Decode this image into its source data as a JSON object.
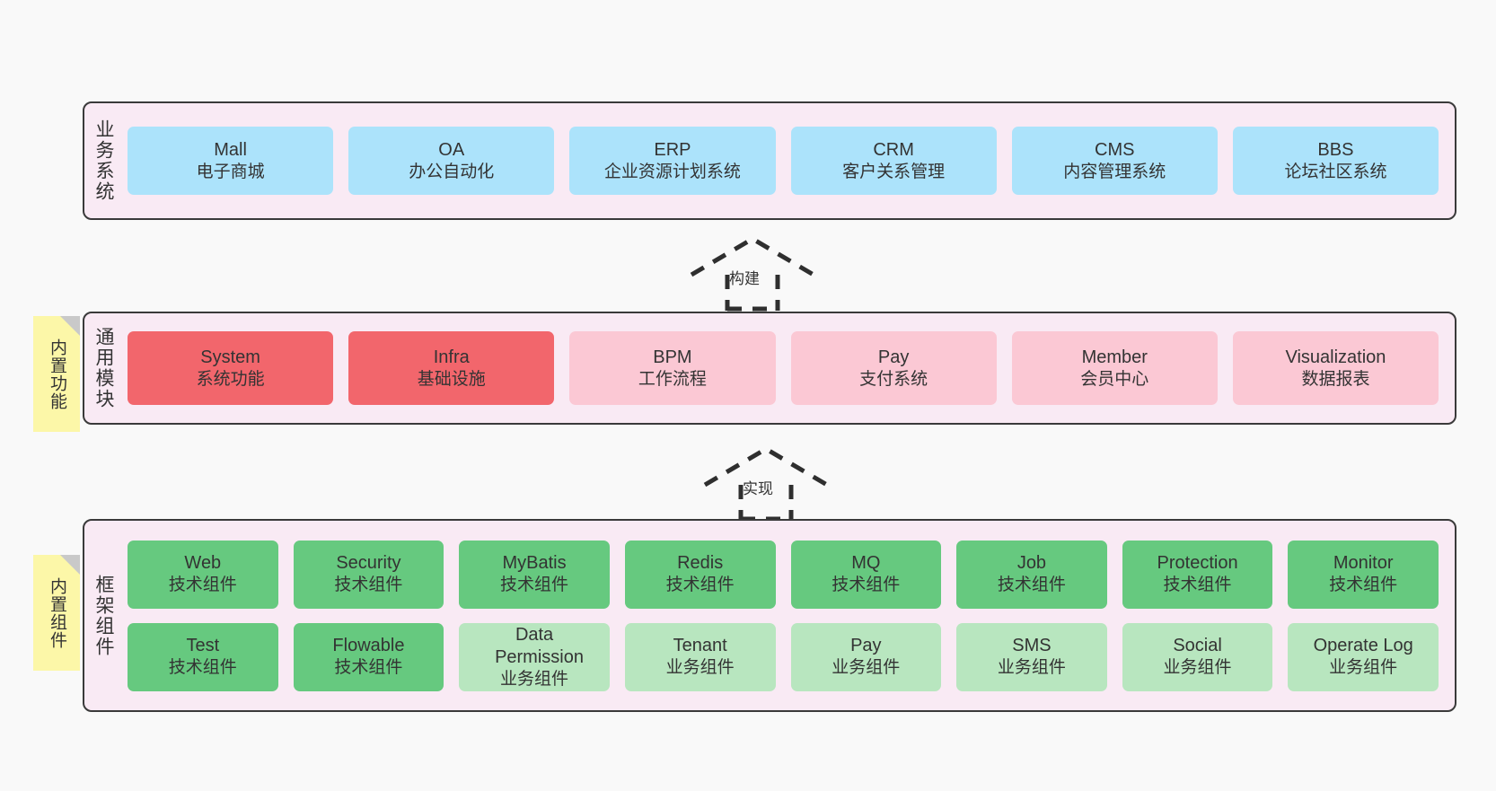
{
  "diagram": {
    "background": "#f9f9f9",
    "panel_bg": "#f9eaf4",
    "note_bg": "#fcf7a8",
    "layers": [
      {
        "id": "business",
        "title": "业务系统",
        "rows": [
          {
            "nodes": [
              {
                "name": "Mall",
                "sub": "电子商城",
                "color": "#ace3fb"
              },
              {
                "name": "OA",
                "sub": "办公自动化",
                "color": "#ace3fb"
              },
              {
                "name": "ERP",
                "sub": "企业资源计划系统",
                "color": "#ace3fb"
              },
              {
                "name": "CRM",
                "sub": "客户关系管理",
                "color": "#ace3fb"
              },
              {
                "name": "CMS",
                "sub": "内容管理系统",
                "color": "#ace3fb"
              },
              {
                "name": "BBS",
                "sub": "论坛社区系统",
                "color": "#ace3fb"
              }
            ]
          }
        ]
      },
      {
        "id": "modules",
        "title": "通用模块",
        "note": "内置功能",
        "rows": [
          {
            "nodes": [
              {
                "name": "System",
                "sub": "系统功能",
                "color": "#f2666c"
              },
              {
                "name": "Infra",
                "sub": "基础设施",
                "color": "#f2666c"
              },
              {
                "name": "BPM",
                "sub": "工作流程",
                "color": "#fbc8d4"
              },
              {
                "name": "Pay",
                "sub": "支付系统",
                "color": "#fbc8d4"
              },
              {
                "name": "Member",
                "sub": "会员中心",
                "color": "#fbc8d4"
              },
              {
                "name": "Visualization",
                "sub": "数据报表",
                "color": "#fbc8d4"
              }
            ]
          }
        ]
      },
      {
        "id": "framework",
        "title": "框架组件",
        "note": "内置组件",
        "rows": [
          {
            "nodes": [
              {
                "name": "Web",
                "sub": "技术组件",
                "color": "#66c97f"
              },
              {
                "name": "Security",
                "sub": "技术组件",
                "color": "#66c97f"
              },
              {
                "name": "MyBatis",
                "sub": "技术组件",
                "color": "#66c97f"
              },
              {
                "name": "Redis",
                "sub": "技术组件",
                "color": "#66c97f"
              },
              {
                "name": "MQ",
                "sub": "技术组件",
                "color": "#66c97f"
              },
              {
                "name": "Job",
                "sub": "技术组件",
                "color": "#66c97f"
              },
              {
                "name": "Protection",
                "sub": "技术组件",
                "color": "#66c97f"
              },
              {
                "name": "Monitor",
                "sub": "技术组件",
                "color": "#66c97f"
              }
            ]
          },
          {
            "nodes": [
              {
                "name": "Test",
                "sub": "技术组件",
                "color": "#66c97f"
              },
              {
                "name": "Flowable",
                "sub": "技术组件",
                "color": "#66c97f"
              },
              {
                "name": "Data Permission",
                "sub": "业务组件",
                "color": "#b8e6bf"
              },
              {
                "name": "Tenant",
                "sub": "业务组件",
                "color": "#b8e6bf"
              },
              {
                "name": "Pay",
                "sub": "业务组件",
                "color": "#b8e6bf"
              },
              {
                "name": "SMS",
                "sub": "业务组件",
                "color": "#b8e6bf"
              },
              {
                "name": "Social",
                "sub": "业务组件",
                "color": "#b8e6bf"
              },
              {
                "name": "Operate Log",
                "sub": "业务组件",
                "color": "#b8e6bf"
              }
            ]
          }
        ]
      }
    ],
    "connectors": [
      {
        "id": "build",
        "label": "构建"
      },
      {
        "id": "implement",
        "label": "实现"
      }
    ]
  }
}
